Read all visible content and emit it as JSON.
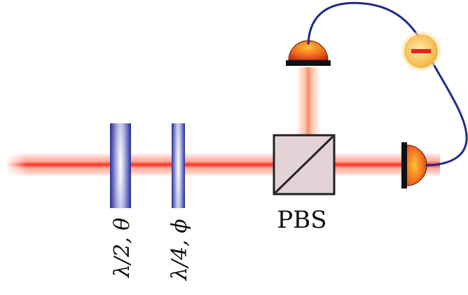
{
  "diagram": {
    "labels": {
      "half_wave_plate": "λ/2, θ",
      "quarter_wave_plate": "λ/4, ϕ",
      "beam_splitter": "PBS"
    },
    "detector_operation_symbol": "minus-sign",
    "colors": {
      "laser_beam": "#ff2a14",
      "wave_plate": "#2a2f9a",
      "wave_plate_highlight": "#ffffff",
      "pbs_fill": "#e3d3d6",
      "pbs_border": "#222222",
      "detector_dome": "#e8461a",
      "detector_dome_highlight": "#ffb020",
      "detector_base": "#111111",
      "cable": "#1f2a8c",
      "subtractor_fill": "#f7c35c",
      "subtractor_sign": "#e52222"
    }
  }
}
